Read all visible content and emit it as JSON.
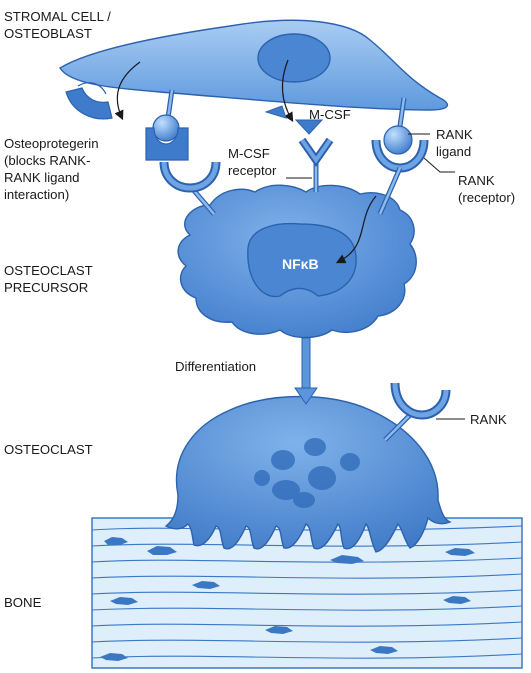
{
  "labels": {
    "stromal_cell": [
      "STROMAL CELL /",
      "OSTEOBLAST"
    ],
    "osteoprotegerin": [
      "Osteoprotegerin",
      "(blocks RANK-",
      "RANK ligand",
      "interaction)"
    ],
    "mcsf": "M-CSF",
    "mcsf_receptor": [
      "M-CSF",
      "receptor"
    ],
    "rank_ligand": [
      "RANK",
      "ligand"
    ],
    "rank_receptor": [
      "RANK",
      "(receptor)"
    ],
    "osteoclast_precursor": [
      "OSTEOCLAST",
      "PRECURSOR"
    ],
    "nfkb": "NFκB",
    "differentiation": "Differentiation",
    "osteoclast": "OSTEOCLAST",
    "rank": "RANK",
    "bone": "BONE"
  },
  "colors": {
    "cell_fill": "#5b95dc",
    "cell_light": "#8dbaec",
    "cell_dark": "#2c62ad",
    "bone_fill": "#dfeefb",
    "bone_line": "#3b78c4",
    "nucleus": "#4a86d2"
  }
}
